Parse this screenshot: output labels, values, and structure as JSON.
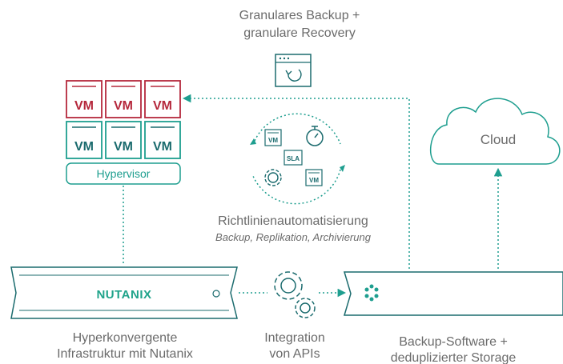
{
  "top_caption": {
    "line1": "Granulares Backup +",
    "line2": "granulare Recovery"
  },
  "vm_stack": {
    "vm_label": "VM",
    "hypervisor_label": "Hypervisor"
  },
  "automation": {
    "title": "Richtlinienautomatisierung",
    "subtitle": "Backup, Replikation, Archivierung",
    "vm_badge": "VM",
    "sla_badge": "SLA"
  },
  "cloud": {
    "label": "Cloud"
  },
  "nutanix_box": {
    "logo": "NUTANIX",
    "caption_line1": "Hyperkonvergente",
    "caption_line2": "Infrastruktur mit Nutanix"
  },
  "integration": {
    "caption_line1": "Integration",
    "caption_line2": "von APIs"
  },
  "backup_box": {
    "caption_line1": "Backup-Software +",
    "caption_line2": "deduplizierter Storage"
  },
  "colors": {
    "teal": "#1e9e8f",
    "teal_dark": "#1b6b6e",
    "red": "#b5283c",
    "text_gray": "#6b6b6b",
    "nutanix_green": "#1fa38a"
  }
}
